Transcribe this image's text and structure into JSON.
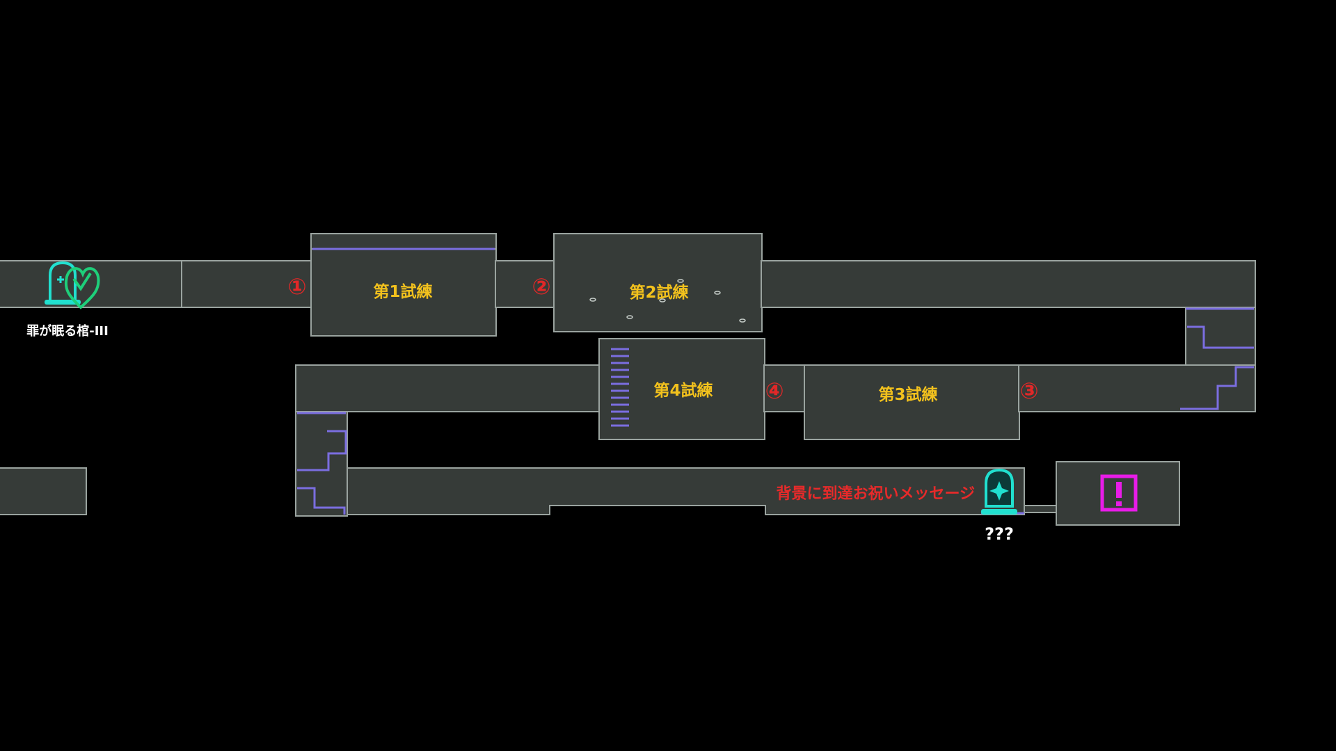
{
  "map": {
    "trials": [
      {
        "label": "第1試練"
      },
      {
        "label": "第2試練"
      },
      {
        "label": "第3試練"
      },
      {
        "label": "第4試練"
      }
    ],
    "markers": [
      {
        "label": "①"
      },
      {
        "label": "②"
      },
      {
        "label": "③"
      },
      {
        "label": "④"
      }
    ],
    "save_point": {
      "label": "罪が眠る棺-III",
      "icon": "coffin-heart-icon"
    },
    "unknown_point": {
      "label": "???",
      "icon": "sealed-door-icon"
    },
    "message": "背景に到達お祝いメッセージ",
    "event_icon": "exclamation-icon",
    "colors": {
      "background": "#000000",
      "room_fill": "#363b38",
      "room_border": "#9aa39f",
      "trial_label": "#f2c11d",
      "marker": "#e02828",
      "message": "#e82a2a",
      "teal": "#21e0cf",
      "magenta": "#e81ce8",
      "purple_edge": "#7b6ee0"
    }
  }
}
